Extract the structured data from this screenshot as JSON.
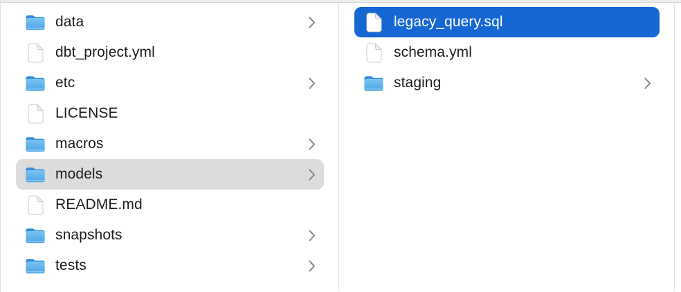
{
  "colors": {
    "selection_active": "#1667d3",
    "selection_inactive": "#dcdcdc",
    "selected_text": "#ffffff",
    "text": "#1d1d1f",
    "divider": "#e0e0e0",
    "chevron": "#86868b",
    "folder_top": "#3590da",
    "folder_body_light": "#7ac4f3",
    "folder_body_dark": "#4ba3e3"
  },
  "columns": [
    {
      "name": "column-1",
      "items": [
        {
          "label": "data",
          "type": "folder",
          "chevron": true,
          "selected": "none"
        },
        {
          "label": "dbt_project.yml",
          "type": "file",
          "chevron": false,
          "selected": "none"
        },
        {
          "label": "etc",
          "type": "folder",
          "chevron": true,
          "selected": "none"
        },
        {
          "label": "LICENSE",
          "type": "file",
          "chevron": false,
          "selected": "none"
        },
        {
          "label": "macros",
          "type": "folder",
          "chevron": true,
          "selected": "none"
        },
        {
          "label": "models",
          "type": "folder",
          "chevron": true,
          "selected": "inactive"
        },
        {
          "label": "README.md",
          "type": "file",
          "chevron": false,
          "selected": "none"
        },
        {
          "label": "snapshots",
          "type": "folder",
          "chevron": true,
          "selected": "none"
        },
        {
          "label": "tests",
          "type": "folder",
          "chevron": true,
          "selected": "none"
        }
      ]
    },
    {
      "name": "column-2",
      "items": [
        {
          "label": "legacy_query.sql",
          "type": "file",
          "chevron": false,
          "selected": "active"
        },
        {
          "label": "schema.yml",
          "type": "file",
          "chevron": false,
          "selected": "none"
        },
        {
          "label": "staging",
          "type": "folder",
          "chevron": true,
          "selected": "none"
        }
      ]
    }
  ]
}
